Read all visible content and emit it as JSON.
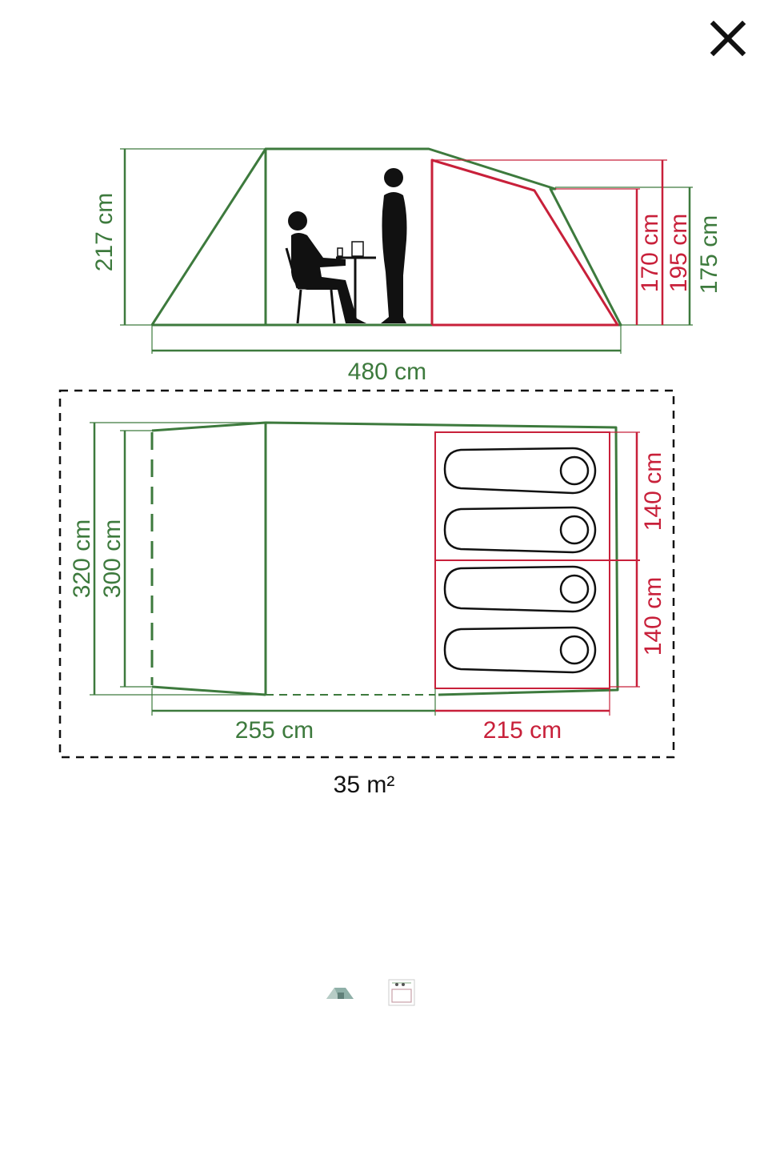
{
  "viewer": {
    "close_icon": "close-icon",
    "thumbnails": [
      {
        "icon": "tent-photo-thumbnail"
      },
      {
        "icon": "tent-floorplan-thumbnail"
      }
    ]
  },
  "colors": {
    "green": "#3d7a3d",
    "red": "#c8203a",
    "black": "#111111"
  },
  "side_view": {
    "height_left": "217 cm",
    "height_170": "170 cm",
    "height_195": "195 cm",
    "height_175": "175 cm",
    "length": "480 cm"
  },
  "plan_view": {
    "width_320": "320 cm",
    "width_300": "300 cm",
    "bedroom_1": "140 cm",
    "bedroom_2": "140 cm",
    "living_length": "255 cm",
    "bedroom_length": "215 cm",
    "footprint": "35 m²"
  }
}
